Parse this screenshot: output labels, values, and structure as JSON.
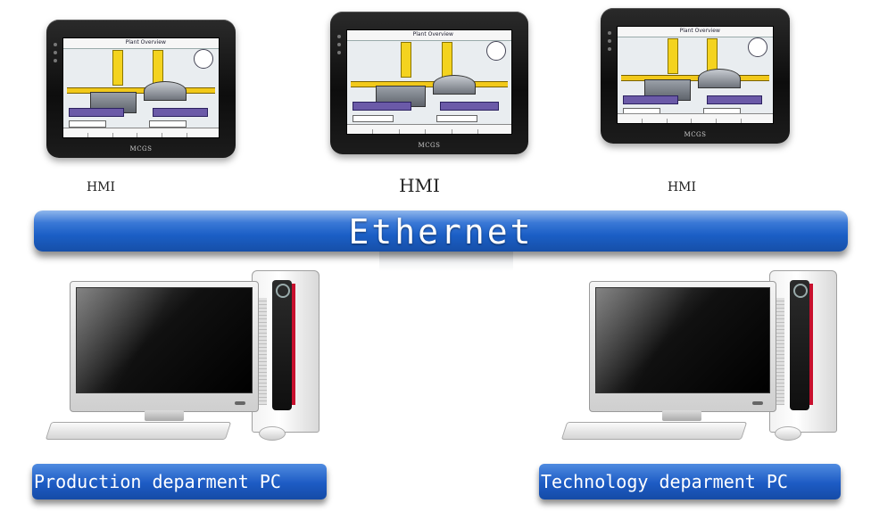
{
  "hmis": [
    {
      "label": "HMI",
      "brand": "MCGS",
      "screen_title": "Plant Overview"
    },
    {
      "label": "HMI",
      "brand": "MCGS",
      "screen_title": "Plant Overview"
    },
    {
      "label": "HMI",
      "brand": "MCGS",
      "screen_title": "Plant Overview"
    }
  ],
  "network": {
    "label": "Ethernet"
  },
  "pcs": [
    {
      "label": "Production deparment PC"
    },
    {
      "label": "Technology deparment PC"
    }
  ],
  "colors": {
    "bar_blue": "#1b5fc6",
    "accent_red": "#c8102e"
  }
}
